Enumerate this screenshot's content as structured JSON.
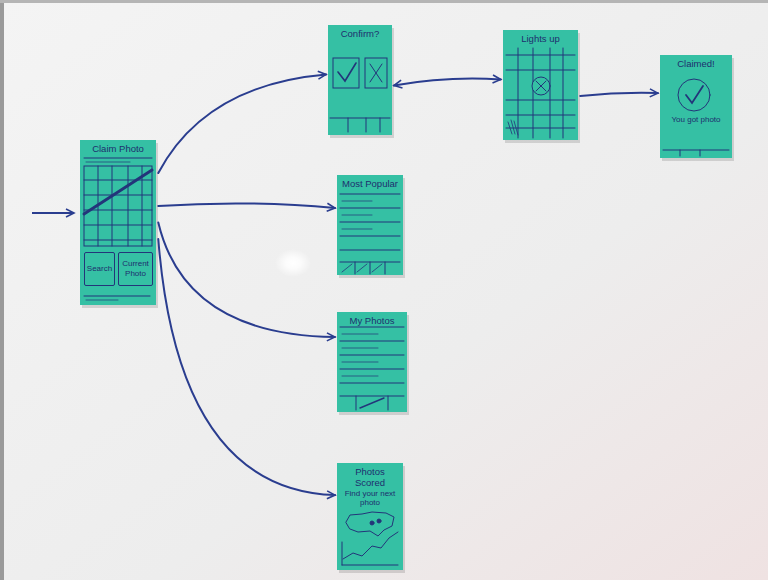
{
  "diagram": {
    "nodes": [
      {
        "text": [
          "Claim Photo"
        ]
      },
      {
        "text": [
          "Search"
        ],
        "in": 0
      },
      {
        "text": [
          "Current Photo"
        ],
        "in": 0
      },
      {
        "text": [
          "Confirm?"
        ]
      },
      {
        "text": [
          "Lights up"
        ]
      },
      {
        "text": [
          "Claimed!",
          "You got photo"
        ]
      },
      {
        "text": [
          "Most Popular"
        ]
      },
      {
        "text": [
          "My Photos"
        ]
      },
      {
        "text": [
          "Photos Scored",
          "Find your next photo"
        ]
      }
    ],
    "edges": [
      {
        "from": 0,
        "to": 3,
        "arrow": "to"
      },
      {
        "from": 3,
        "to": 4,
        "arrow": "both"
      },
      {
        "from": 4,
        "to": 5,
        "arrow": "to"
      },
      {
        "from": 0,
        "to": 6,
        "arrow": "to"
      },
      {
        "from": 0,
        "to": 7,
        "arrow": "to"
      },
      {
        "from": 0,
        "to": 8,
        "arrow": "to"
      }
    ]
  }
}
